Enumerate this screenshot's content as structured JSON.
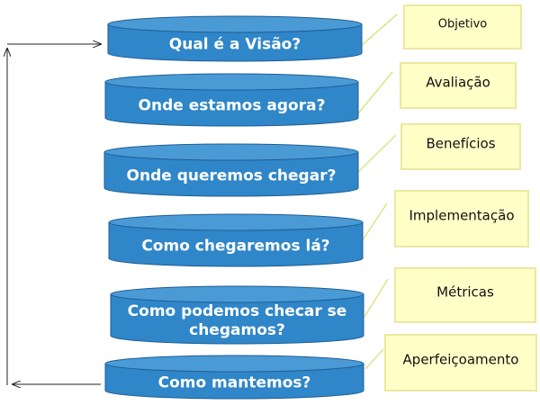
{
  "diagram": {
    "stages": [
      {
        "lines": [
          "Qual é a Visão?"
        ]
      },
      {
        "lines": [
          "Onde estamos agora?"
        ]
      },
      {
        "lines": [
          "Onde queremos chegar?"
        ]
      },
      {
        "lines": [
          "Como chegaremos lá?"
        ]
      },
      {
        "lines": [
          "Como podemos checar se",
          "chegamos?"
        ]
      },
      {
        "lines": [
          "Como mantemos?"
        ]
      }
    ],
    "notes": [
      "Objetivo",
      "Avaliação",
      "Benefícios",
      "Implementação",
      "Métricas",
      "Aperfeiçoamento"
    ],
    "colors": {
      "cylinder_body": "#2f86c9",
      "cylinder_top": "#4a9ad6",
      "cylinder_edge": "#1f5e91",
      "note_fill": "#ffffc8",
      "note_border": "#ece8a0",
      "connector": "#e2e08a",
      "arrow": "#222222"
    }
  }
}
